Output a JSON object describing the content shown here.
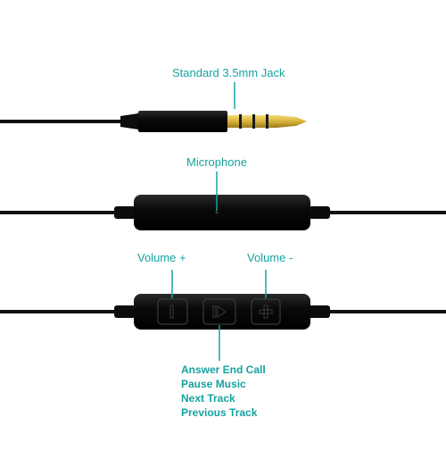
{
  "colors": {
    "accent": "#17a2a0",
    "cable": "#111111",
    "gold": "#d7b23a",
    "background": "#ffffff"
  },
  "labels": {
    "jack": "Standard 3.5mm Jack",
    "microphone": "Microphone",
    "volume_plus": "Volume +",
    "volume_minus": "Volume -",
    "center_button_functions": [
      "Answer End Call",
      "Pause Music",
      "Next Track",
      "Previous Track"
    ]
  },
  "remote_buttons": [
    {
      "icon": "minus-bar-icon"
    },
    {
      "icon": "multifunction-icon"
    },
    {
      "icon": "plus-icon"
    }
  ]
}
